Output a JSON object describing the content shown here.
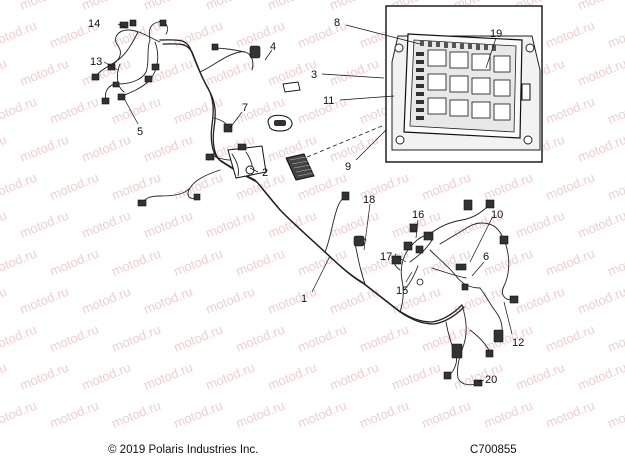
{
  "watermark": "motod.ru",
  "callouts": [
    {
      "id": "1",
      "label": "1"
    },
    {
      "id": "2",
      "label": "2"
    },
    {
      "id": "3",
      "label": "3"
    },
    {
      "id": "4",
      "label": "4"
    },
    {
      "id": "5",
      "label": "5"
    },
    {
      "id": "6",
      "label": "6"
    },
    {
      "id": "7",
      "label": "7"
    },
    {
      "id": "8",
      "label": "8"
    },
    {
      "id": "9",
      "label": "9"
    },
    {
      "id": "10",
      "label": "10"
    },
    {
      "id": "11",
      "label": "11"
    },
    {
      "id": "12",
      "label": "12"
    },
    {
      "id": "13",
      "label": "13"
    },
    {
      "id": "14",
      "label": "14"
    },
    {
      "id": "15",
      "label": "15"
    },
    {
      "id": "16",
      "label": "16"
    },
    {
      "id": "17",
      "label": "17"
    },
    {
      "id": "18",
      "label": "18"
    },
    {
      "id": "19",
      "label": "19"
    },
    {
      "id": "20",
      "label": "20"
    }
  ],
  "footer": {
    "copyright": "© 2019 Polaris Industries Inc.",
    "code": "C700855"
  }
}
